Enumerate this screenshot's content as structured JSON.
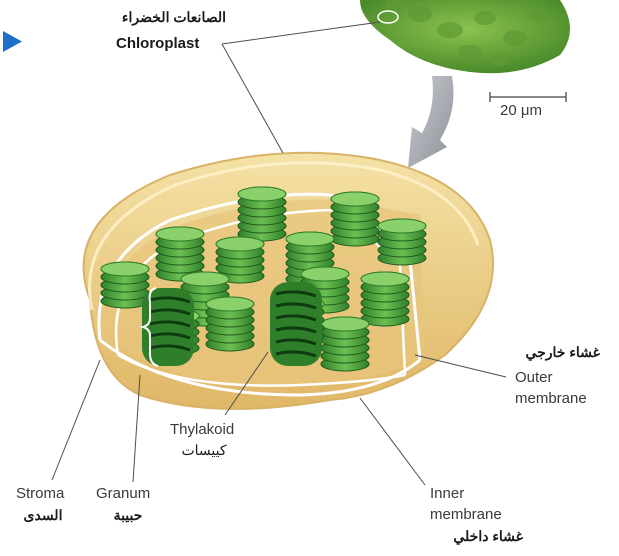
{
  "labels": {
    "chloroplast_ar": "الصانعات الخضراء",
    "chloroplast_en": "Chloroplast",
    "scale": "20 μm",
    "outer_ar": "غشاء خارجي",
    "outer_en_1": "Outer",
    "outer_en_2": "membrane",
    "thylakoid_en": "Thylakoid",
    "thylakoid_ar": "كييسات",
    "stroma_en": "Stroma",
    "stroma_ar": "السدى",
    "granum_en": "Granum",
    "granum_ar": "حبيبة",
    "inner_en_1": "Inner",
    "inner_en_2": "membrane",
    "inner_ar": "غشاء داخلي"
  },
  "colors": {
    "marker": "#1f6fc9",
    "outer_fill": "#eed68e",
    "stroma_fill": "#e7c781",
    "granum_green": "#3f9b35",
    "granum_dark": "#1f5a1c",
    "cell_green": "#6aa83a",
    "arrow_gray": "#9a9fa6",
    "leader": "#4d4d4d"
  },
  "icons": {
    "marker": "play-triangle-icon",
    "arrow": "curved-arrow-icon"
  }
}
